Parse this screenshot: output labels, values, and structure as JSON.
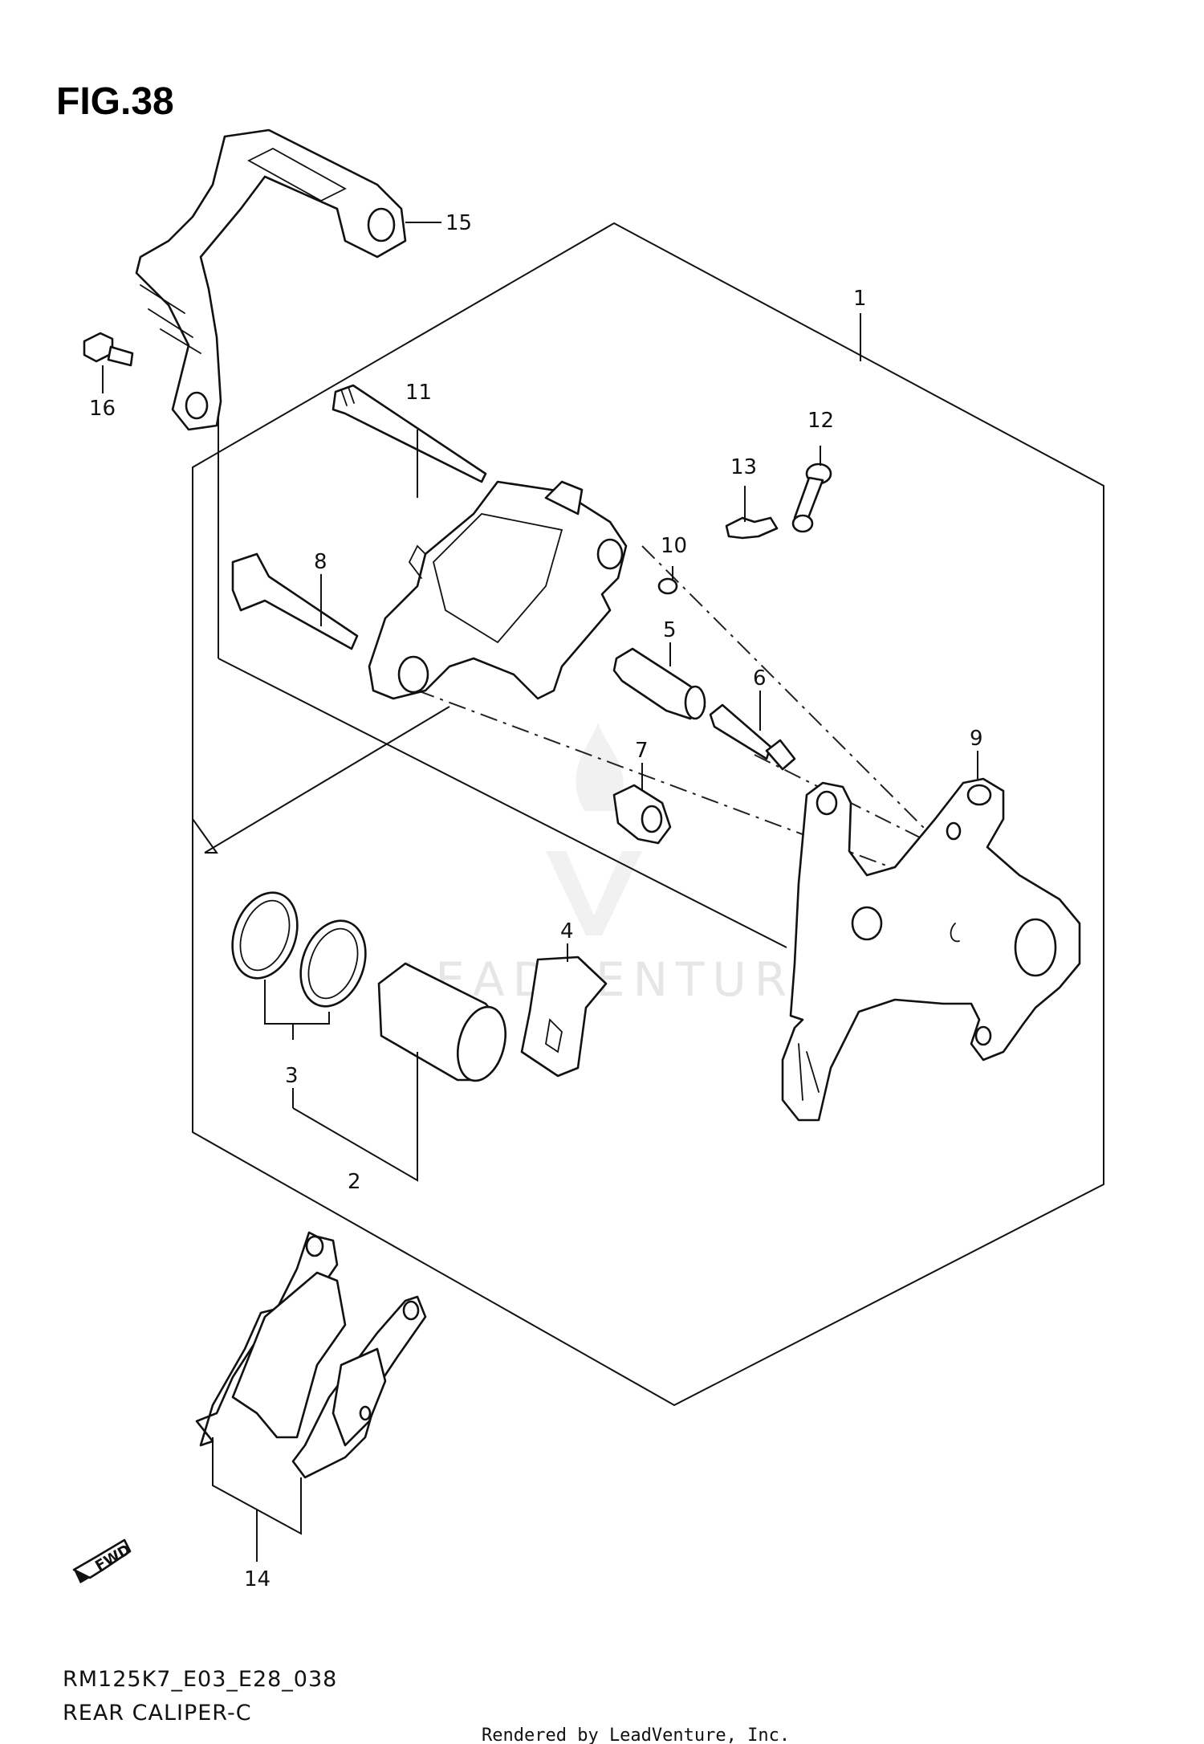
{
  "figure": {
    "title": "FIG.38",
    "model_code": "RM125K7_E03_E28_038",
    "caption": "REAR CALIPER-C",
    "credit": "Rendered by LeadVenture, Inc.",
    "watermark": "LEADVENTURE",
    "direction_label": "FWD"
  },
  "callouts": [
    {
      "id": "1",
      "label": "1"
    },
    {
      "id": "2",
      "label": "2"
    },
    {
      "id": "3",
      "label": "3"
    },
    {
      "id": "4",
      "label": "4"
    },
    {
      "id": "5",
      "label": "5"
    },
    {
      "id": "6",
      "label": "6"
    },
    {
      "id": "7",
      "label": "7"
    },
    {
      "id": "8",
      "label": "8"
    },
    {
      "id": "9",
      "label": "9"
    },
    {
      "id": "10",
      "label": "10"
    },
    {
      "id": "11",
      "label": "11"
    },
    {
      "id": "12",
      "label": "12"
    },
    {
      "id": "13",
      "label": "13"
    },
    {
      "id": "14",
      "label": "14"
    },
    {
      "id": "15",
      "label": "15"
    },
    {
      "id": "16",
      "label": "16"
    }
  ]
}
